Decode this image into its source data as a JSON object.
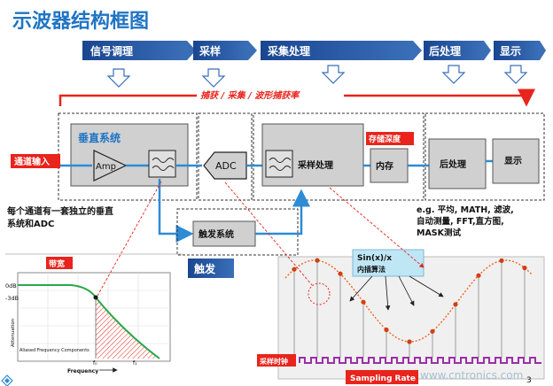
{
  "title": "示波器结构框图",
  "stage_headers": [
    "信号调理",
    "采样",
    "采集处理",
    "后处理",
    "显示"
  ],
  "red_arrow_label": "捕获 / 采集 / 波形捕获率",
  "input_label": "通道输入",
  "vertical_system_label": "垂直系统",
  "amp_label": "Amp",
  "adc_label": "ADC",
  "acq_label": "采样处理",
  "memory_depth_label": "存储深度",
  "memory_label": "内存",
  "post_label": "后处理",
  "display_label": "显示",
  "note_channel": [
    "每个通道有一套独立的垂直",
    "系统和ADC"
  ],
  "note_post": [
    "e.g.  平均, MATH, 滤波,",
    "自动测量, FFT,直方图,",
    "MASK测试"
  ],
  "trigger_system_label": "触发系统",
  "trigger_label": "触发",
  "bandwidth_label": "带宽",
  "filter_chart": {
    "y_ticks": [
      "0dB",
      "-3dB"
    ],
    "y_axis": "Attenuation",
    "x_axis": "Frequency",
    "x_ticks": [
      "f₀",
      "f₁"
    ],
    "aliased": "Aliased Frequency Components"
  },
  "sinx_label": [
    "Sin(x)/x",
    "内插算法"
  ],
  "sample_clock_label": "采样时钟",
  "sampling_rate_label": "Sampling Rate",
  "watermark": "www.cntronics.com",
  "page_number": "3",
  "colors": {
    "title": "#1f74c4",
    "header_bg": "#1f4e99",
    "red": "#e8241c",
    "blue": "#2e8bd6",
    "block": "#d0d0d0",
    "curve": "#f26522",
    "point": "#d04010",
    "clock": "#9b2fa8"
  }
}
